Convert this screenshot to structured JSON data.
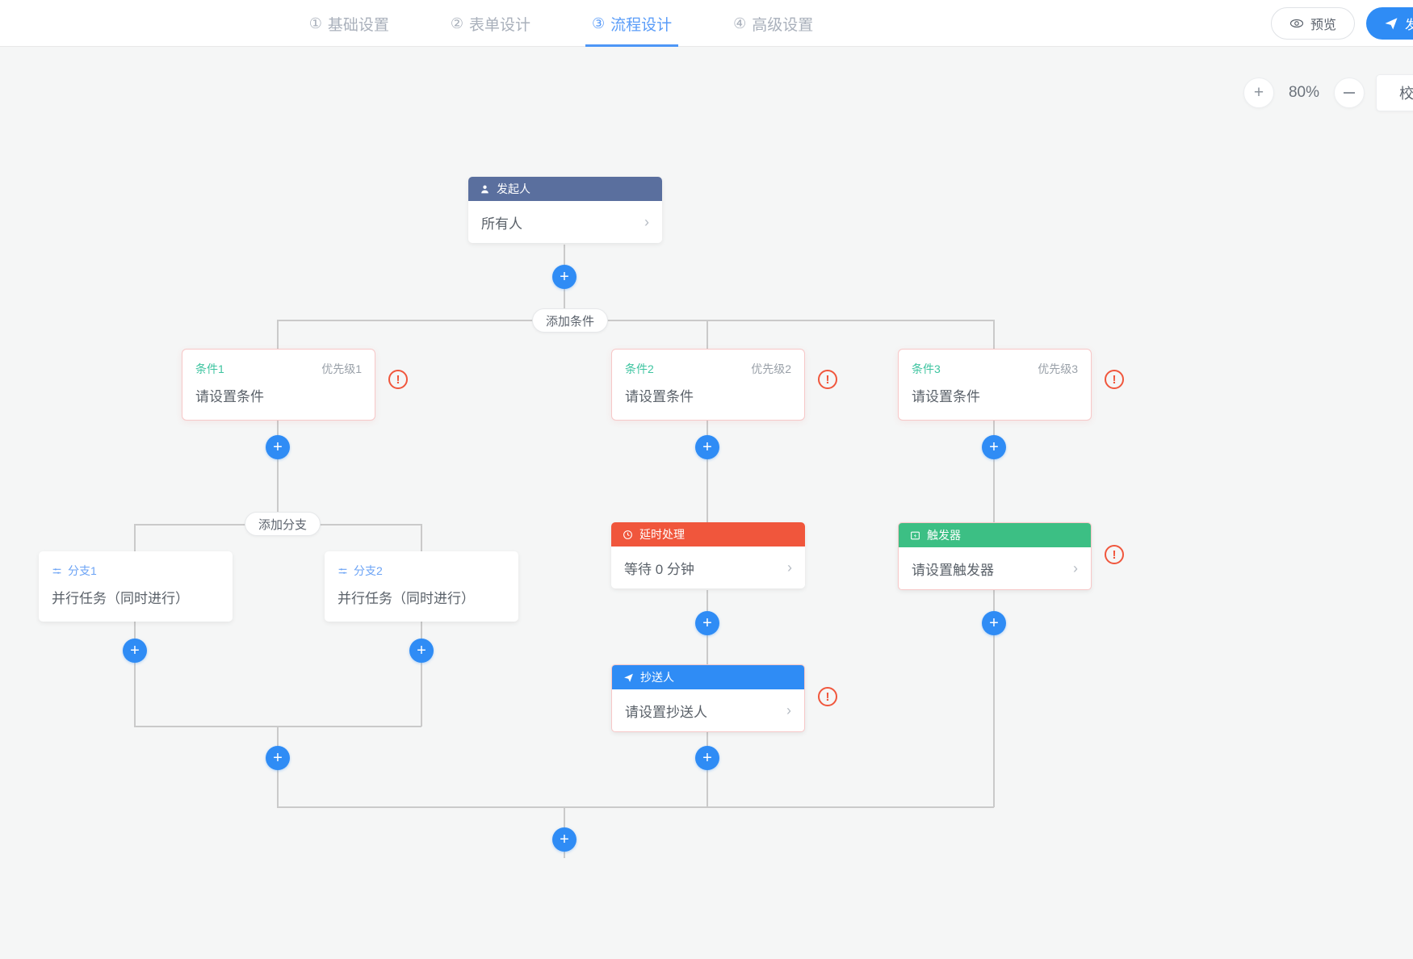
{
  "header": {
    "steps": [
      {
        "num": "①",
        "label": "基础设置",
        "active": false
      },
      {
        "num": "②",
        "label": "表单设计",
        "active": false
      },
      {
        "num": "③",
        "label": "流程设计",
        "active": true
      },
      {
        "num": "④",
        "label": "高级设置",
        "active": false
      }
    ],
    "preview_label": "预览",
    "publish_label": "发布",
    "preview_icon": "eye-icon",
    "publish_icon": "send-icon"
  },
  "toolbar": {
    "zoom_in_label": "+",
    "zoom_value": "80%",
    "zoom_out_label": "—",
    "validate_label": "校验流程"
  },
  "flow": {
    "add_condition_label": "添加条件",
    "add_branch_label": "添加分支",
    "plus_label": "+",
    "warning_label": "!",
    "initiator": {
      "header": "发起人",
      "header_icon": "user-icon",
      "value": "所有人",
      "chevron": "›"
    },
    "conditions": [
      {
        "name": "条件1",
        "priority": "优先级1",
        "body": "请设置条件",
        "warning": "!"
      },
      {
        "name": "条件2",
        "priority": "优先级2",
        "body": "请设置条件",
        "warning": "!"
      },
      {
        "name": "条件3",
        "priority": "优先级3",
        "body": "请设置条件",
        "warning": "!"
      }
    ],
    "branches": [
      {
        "name": "分支1",
        "icon": "branch-icon",
        "body": "并行任务（同时进行）"
      },
      {
        "name": "分支2",
        "icon": "branch-icon",
        "body": "并行任务（同时进行）"
      }
    ],
    "delay_node": {
      "header": "延时处理",
      "header_icon": "clock-icon",
      "value": "等待 0 分钟",
      "chevron": "›"
    },
    "trigger_node": {
      "header": "触发器",
      "header_icon": "trigger-icon",
      "value": "请设置触发器",
      "chevron": "›",
      "warning": "!"
    },
    "cc_node": {
      "header": "抄送人",
      "header_icon": "send-icon",
      "value": "请设置抄送人",
      "chevron": "›",
      "warning": "!"
    }
  },
  "colors": {
    "accent": "#2f8cf5",
    "initiator": "#5a6f9e",
    "delay": "#f0563c",
    "trigger": "#3cbf84",
    "cc": "#2f8cf5",
    "condition_name": "#3ec4a0",
    "branch_name": "#6ba3f5",
    "warning": "#f0563c"
  }
}
